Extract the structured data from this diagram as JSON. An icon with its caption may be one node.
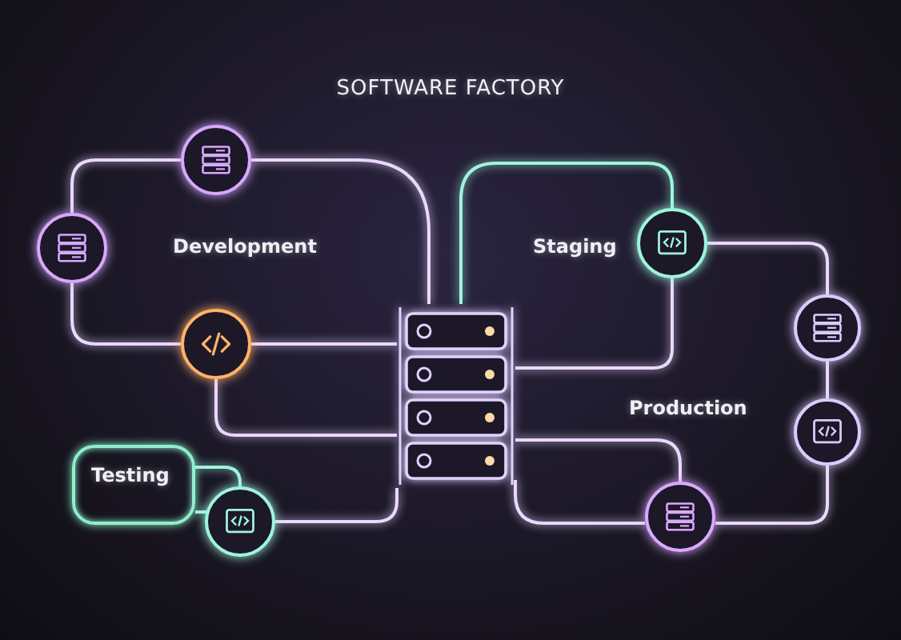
{
  "diagram": {
    "title": "SOFTWARE FACTORY",
    "nodes": [
      {
        "text": [],
        "shape": "circle"
      },
      {
        "text": [],
        "shape": "circle"
      },
      {
        "text": [],
        "shape": "circle"
      },
      {
        "text": [],
        "shape": "box"
      },
      {
        "text": [],
        "shape": "circle"
      },
      {
        "text": [],
        "shape": "circle"
      },
      {
        "text": [],
        "shape": "circle"
      },
      {
        "text": [],
        "shape": "circle"
      },
      {
        "text": [
          "Testing"
        ]
      },
      {
        "text": [],
        "shape": "circle"
      }
    ],
    "edges": [
      {
        "from": 3,
        "to": 0,
        "arrow": "none"
      },
      {
        "from": 0,
        "to": 1,
        "arrow": "none"
      },
      {
        "from": 1,
        "to": 2,
        "arrow": "none"
      },
      {
        "from": 2,
        "to": 3,
        "arrow": "none"
      },
      {
        "from": 2,
        "to": 3,
        "arrow": "none"
      },
      {
        "from": 9,
        "to": 3,
        "arrow": "none"
      },
      {
        "from": 3,
        "to": 4,
        "arrow": "none",
        "color": "#9ef5dc"
      },
      {
        "from": 4,
        "to": 3,
        "arrow": "none"
      },
      {
        "from": 4,
        "to": 5,
        "arrow": "none"
      },
      {
        "from": 5,
        "to": 6,
        "arrow": "none"
      },
      {
        "from": 6,
        "to": 7,
        "arrow": "none"
      },
      {
        "from": 7,
        "to": 3,
        "arrow": "none"
      },
      {
        "from": 3,
        "to": 7,
        "arrow": "none"
      },
      {
        "from": 8,
        "to": 9,
        "arrow": "none",
        "color": "#9ef5dc"
      },
      {
        "from": 8,
        "to": 9,
        "arrow": "none",
        "color": "#9ef5dc"
      }
    ],
    "labels": [
      "Development",
      "Staging",
      "Production"
    ]
  }
}
